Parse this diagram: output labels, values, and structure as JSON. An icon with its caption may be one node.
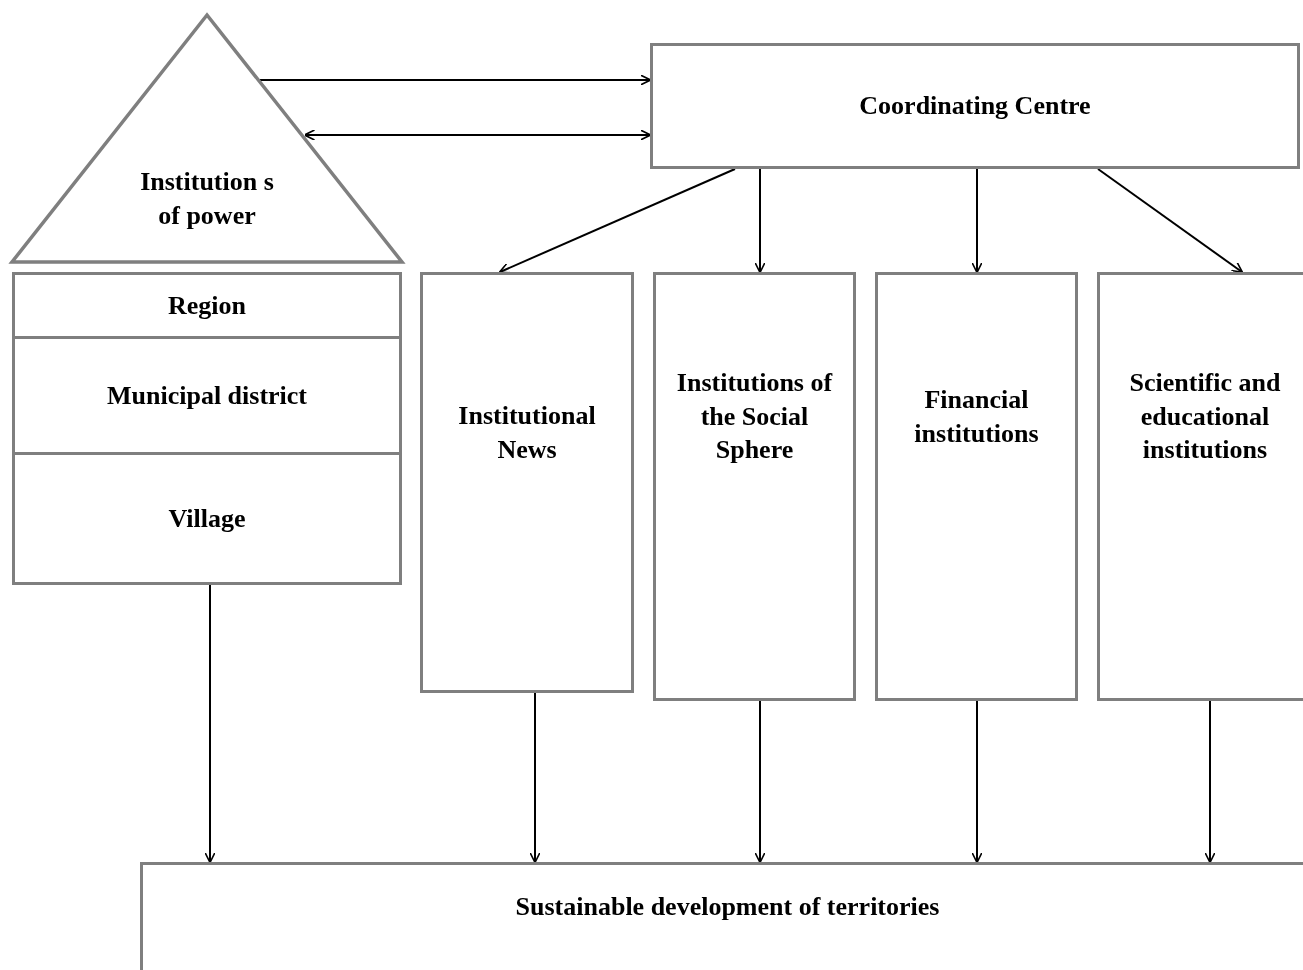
{
  "diagram": {
    "nodes": [
      {
        "text": [
          "Institution s of power"
        ]
      },
      {
        "text": [
          "Coordinating Centre"
        ]
      },
      {
        "text": [
          "Region"
        ]
      },
      {
        "text": [
          "Municipal district"
        ]
      },
      {
        "text": [
          "Village"
        ]
      },
      {
        "text": [
          "Institutional News"
        ]
      },
      {
        "text": [
          "Institutions of the Social Sphere"
        ]
      },
      {
        "text": [
          "Financial institutions"
        ]
      },
      {
        "text": [
          "Scientific and educational institutions"
        ]
      },
      {
        "text": [
          "Sustainable development of territories"
        ]
      }
    ],
    "edges": [
      {
        "from": 0,
        "to": 1,
        "arrow": "to"
      },
      {
        "from": 0,
        "to": 1,
        "arrow": "both"
      },
      {
        "from": 1,
        "to": 5,
        "arrow": "to"
      },
      {
        "from": 1,
        "to": 6,
        "arrow": "to"
      },
      {
        "from": 1,
        "to": 7,
        "arrow": "to"
      },
      {
        "from": 1,
        "to": 8,
        "arrow": "to"
      },
      {
        "from": 4,
        "to": 9,
        "arrow": "to"
      },
      {
        "from": 5,
        "to": 9,
        "arrow": "to"
      },
      {
        "from": 6,
        "to": 9,
        "arrow": "to"
      },
      {
        "from": 7,
        "to": 9,
        "arrow": "to"
      },
      {
        "from": 8,
        "to": 9,
        "arrow": "to"
      }
    ]
  }
}
